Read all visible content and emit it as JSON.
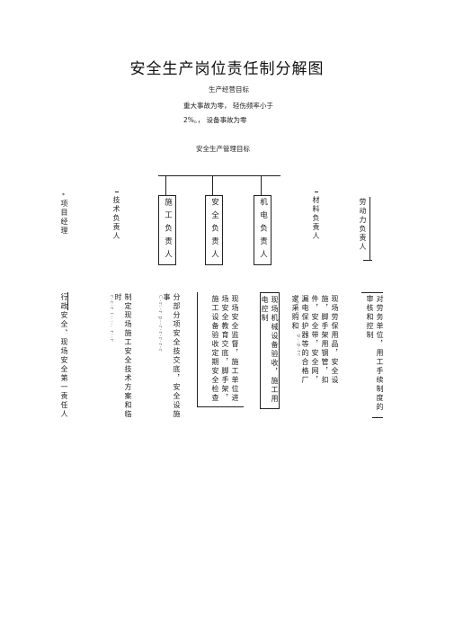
{
  "title": "安全生产岗位责任制分解图",
  "goals": {
    "heading": "生产经营目标",
    "line1": "重大事故为零， 轻伤频率小于",
    "line2": "2%。， 设备事故为零",
    "mgmt": "安全生产管理目标"
  },
  "roles": {
    "pm": "项目经理",
    "tech": "技术负责人",
    "construction": "施工负责人",
    "safety": "安全负责人",
    "mech": "机电负责人",
    "material": "材料负责人",
    "labor": "劳动力负责人"
  },
  "duties": {
    "pm": "行政安全、现场安全第一责任人",
    "tech": "制定现场施工安全技术方案和临 时",
    "tech_faint": "r-c-r  i:-:-.  r:-r",
    "construction": "分部分项安全技交底，安全设施事",
    "construction_faint": "C-r:-r    p--r-r-r-r-r",
    "safety": "现场安全监督，施工单位进场安全教育交底，脚手架，施工设备验收定期安全检查",
    "mech": "现场机械设备验收，施工用电控制",
    "mech_faint": "p.r.r.r",
    "material": "现场劳保用品，安全设施，脚手架用钢管，扣件，安全带，安全网，漏电保护器等的合格厂家采购和",
    "material_faint": "p.:p.rc",
    "labor": "对劳务单位，用工手续制度的审核和控制"
  },
  "colors": {
    "line": "#222222",
    "text": "#1a1a1a",
    "faint": "#777777"
  }
}
